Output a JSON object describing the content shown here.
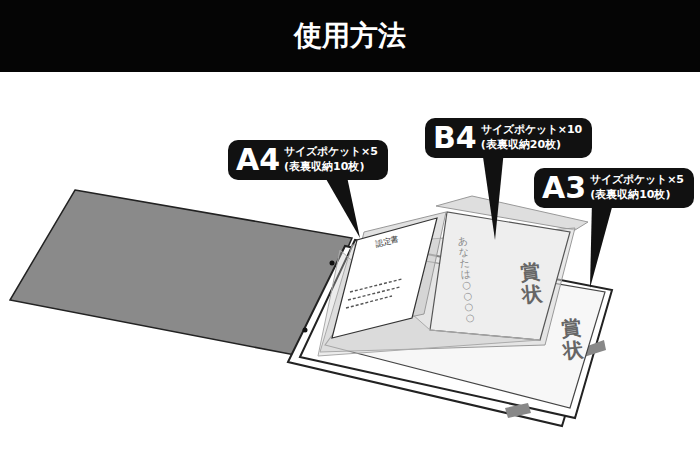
{
  "diagram": {
    "title": "使用方法",
    "nodes": [
      {
        "text": [
          "A4",
          "サイズポケット×5",
          "(表裏収納10枚)"
        ]
      },
      {
        "text": [
          "B4",
          "サイズポケット×10",
          "(表裏収納20枚)"
        ]
      },
      {
        "text": [
          "A3",
          "サイズポケット×5",
          "(表裏収納10枚)"
        ]
      }
    ],
    "labels": [
      "認定書",
      "あなたは○○○○",
      "賞状",
      "賞状"
    ]
  }
}
